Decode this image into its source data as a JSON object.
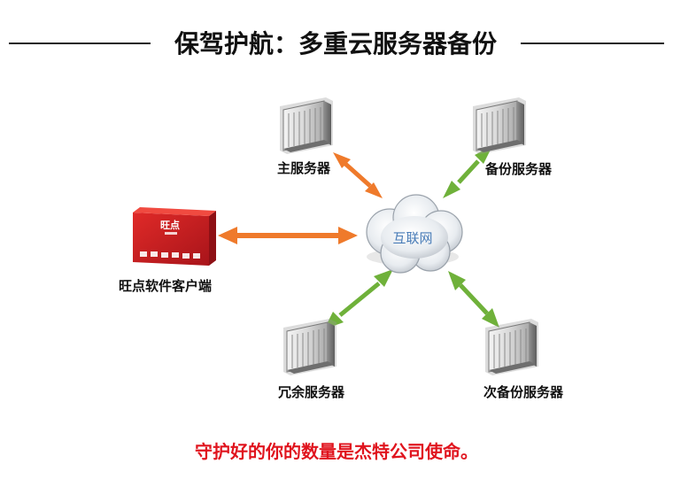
{
  "title": "保驾护航：多重云服务器备份",
  "nodes": {
    "main_server": "主服务器",
    "backup_server": "备份服务器",
    "client": "旺点软件客户端",
    "internet": "互联网",
    "redundant_server": "冗余服务器",
    "secondary_backup_server": "次备份服务器"
  },
  "device_brand": "旺点",
  "footer": "守护好的你的数量是杰特公司使命。",
  "colors": {
    "orange_arrow": "#ef7a2b",
    "green_arrow": "#6fb13a",
    "footer_text": "#e0141e",
    "client_device": "#cf1f20"
  }
}
